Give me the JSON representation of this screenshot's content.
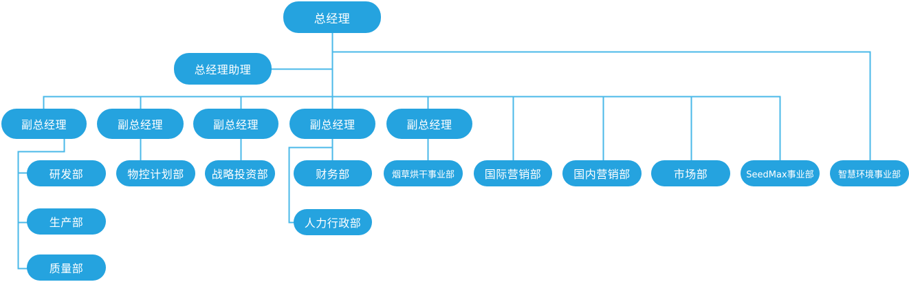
{
  "colors": {
    "node_fill": "#25A3DF",
    "line": "#4AB8E8",
    "text": "#FFFFFF"
  },
  "org": {
    "general_manager": "总经理",
    "gm_assistant": "总经理助理",
    "deputies": [
      "副总经理",
      "副总经理",
      "副总经理",
      "副总经理",
      "副总经理"
    ],
    "departments": {
      "rd": "研发部",
      "production": "生产部",
      "quality": "质量部",
      "material_planning": "物控计划部",
      "strategic_investment": "战略投资部",
      "finance": "财务部",
      "hr_admin": "人力行政部",
      "tobacco_drying": "烟草烘干事业部",
      "international_marketing": "国际营销部",
      "domestic_marketing": "国内营销部",
      "market": "市场部",
      "seedmax": "SeedMax事业部",
      "smart_environment": "智慧环境事业部"
    }
  }
}
